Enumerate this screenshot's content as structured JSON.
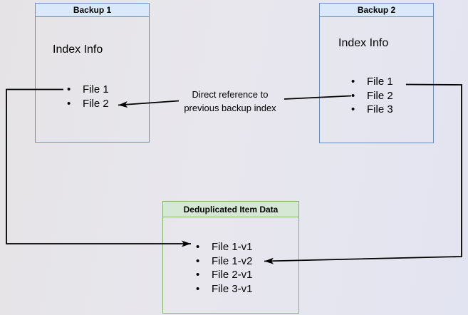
{
  "colors": {
    "blue_fill": "#dae8fc",
    "blue_border": "#6c8ebf",
    "green_fill": "#d5e8d4",
    "green_border": "#82b366",
    "arrow": "#000000",
    "ink": "#000000"
  },
  "backup1": {
    "title": "Backup 1",
    "label": "Index Info",
    "items": [
      "File 1",
      "File 2"
    ]
  },
  "backup2": {
    "title": "Backup 2",
    "label": "Index Info",
    "items": [
      "File 1",
      "File 2",
      "File 3"
    ]
  },
  "dedup": {
    "title": "Deduplicated Item Data",
    "items": [
      "File 1-v1",
      "File 1-v2",
      "File 2-v1",
      "File 3-v1"
    ]
  },
  "annotation": {
    "line1": "Direct reference to",
    "line2": "previous backup index"
  }
}
